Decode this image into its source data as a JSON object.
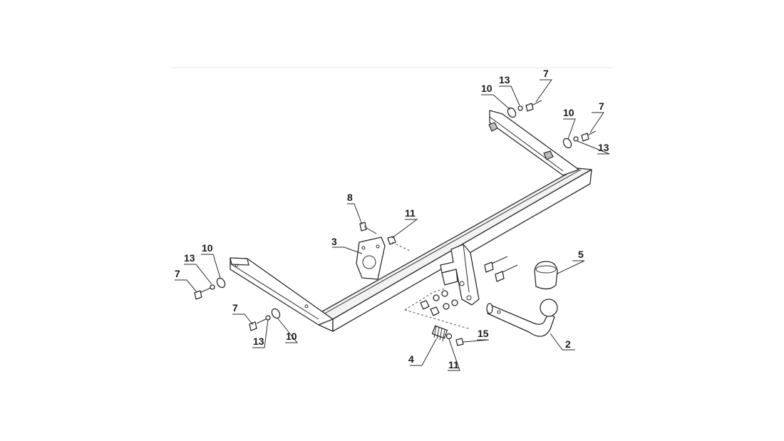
{
  "callouts": {
    "c2": "2",
    "c3": "3",
    "c4": "4",
    "c5": "5",
    "c8": "8",
    "c15": "15",
    "c11_top": "11",
    "c11_bottom": "11",
    "c7_top_right_a": "7",
    "c7_top_right_b": "7",
    "c7_left_a": "7",
    "c7_left_b": "7",
    "c10_top_right_a": "10",
    "c10_top_right_b": "10",
    "c10_left_a": "10",
    "c10_left_b": "10",
    "c13_top_right_a": "13",
    "c13_top_right_b": "13",
    "c13_left_a": "13",
    "c13_left_b": "13"
  }
}
